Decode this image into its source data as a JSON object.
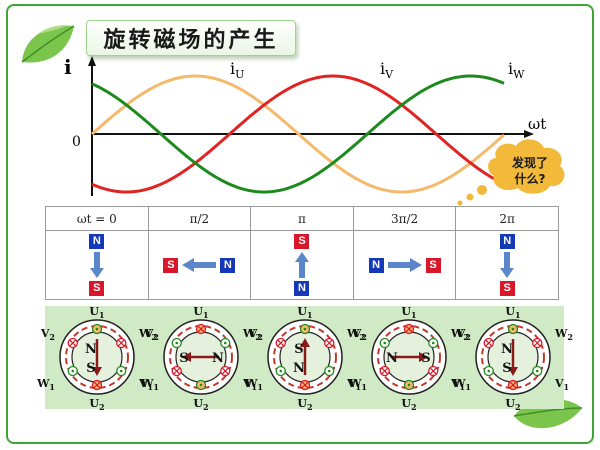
{
  "title": "旋转磁场的产生",
  "bubble": {
    "line1": "发现了",
    "line2": "什么?"
  },
  "waveform": {
    "y_label": "i",
    "x_label": "ωt",
    "origin_label": "0",
    "currents": [
      {
        "name": "iU",
        "base": "i",
        "sub": "U",
        "color": "#f4b96c"
      },
      {
        "name": "iV",
        "base": "i",
        "sub": "V",
        "color": "#e02424"
      },
      {
        "name": "iW",
        "base": "i",
        "sub": "W",
        "color": "#1e8a1e"
      }
    ]
  },
  "table": {
    "headers": [
      "ωt = 0",
      "π/2",
      "π",
      "3π/2",
      "2π"
    ],
    "poles": [
      {
        "first": "N",
        "second": "S",
        "direction": "down"
      },
      {
        "first": "S",
        "second": "N",
        "direction": "left"
      },
      {
        "first": "S",
        "second": "N",
        "direction": "up"
      },
      {
        "first": "N",
        "second": "S",
        "direction": "right"
      },
      {
        "first": "N",
        "second": "S",
        "direction": "down"
      }
    ]
  },
  "motors": {
    "terminal_labels": {
      "U1": "U",
      "U1sub": "1",
      "U2": "U",
      "U2sub": "2",
      "V1": "V",
      "V1sub": "1",
      "V2": "V",
      "V2sub": "2",
      "W1": "W",
      "W1sub": "1",
      "W2": "W",
      "W2sub": "2"
    },
    "rotors": [
      {
        "top": "N",
        "bottom": "S",
        "direction": "down"
      },
      {
        "top": "S",
        "bottom": "N",
        "direction": "left"
      },
      {
        "top": "S",
        "bottom": "N",
        "direction": "up"
      },
      {
        "top": "N",
        "bottom": "S",
        "direction": "right"
      },
      {
        "top": "N",
        "bottom": "S",
        "direction": "down"
      }
    ]
  },
  "colors": {
    "frame": "#3fa535",
    "north": "#1538b8",
    "south": "#d8182a",
    "panel": "#cfeac4",
    "arrow": "#5b86c9"
  }
}
